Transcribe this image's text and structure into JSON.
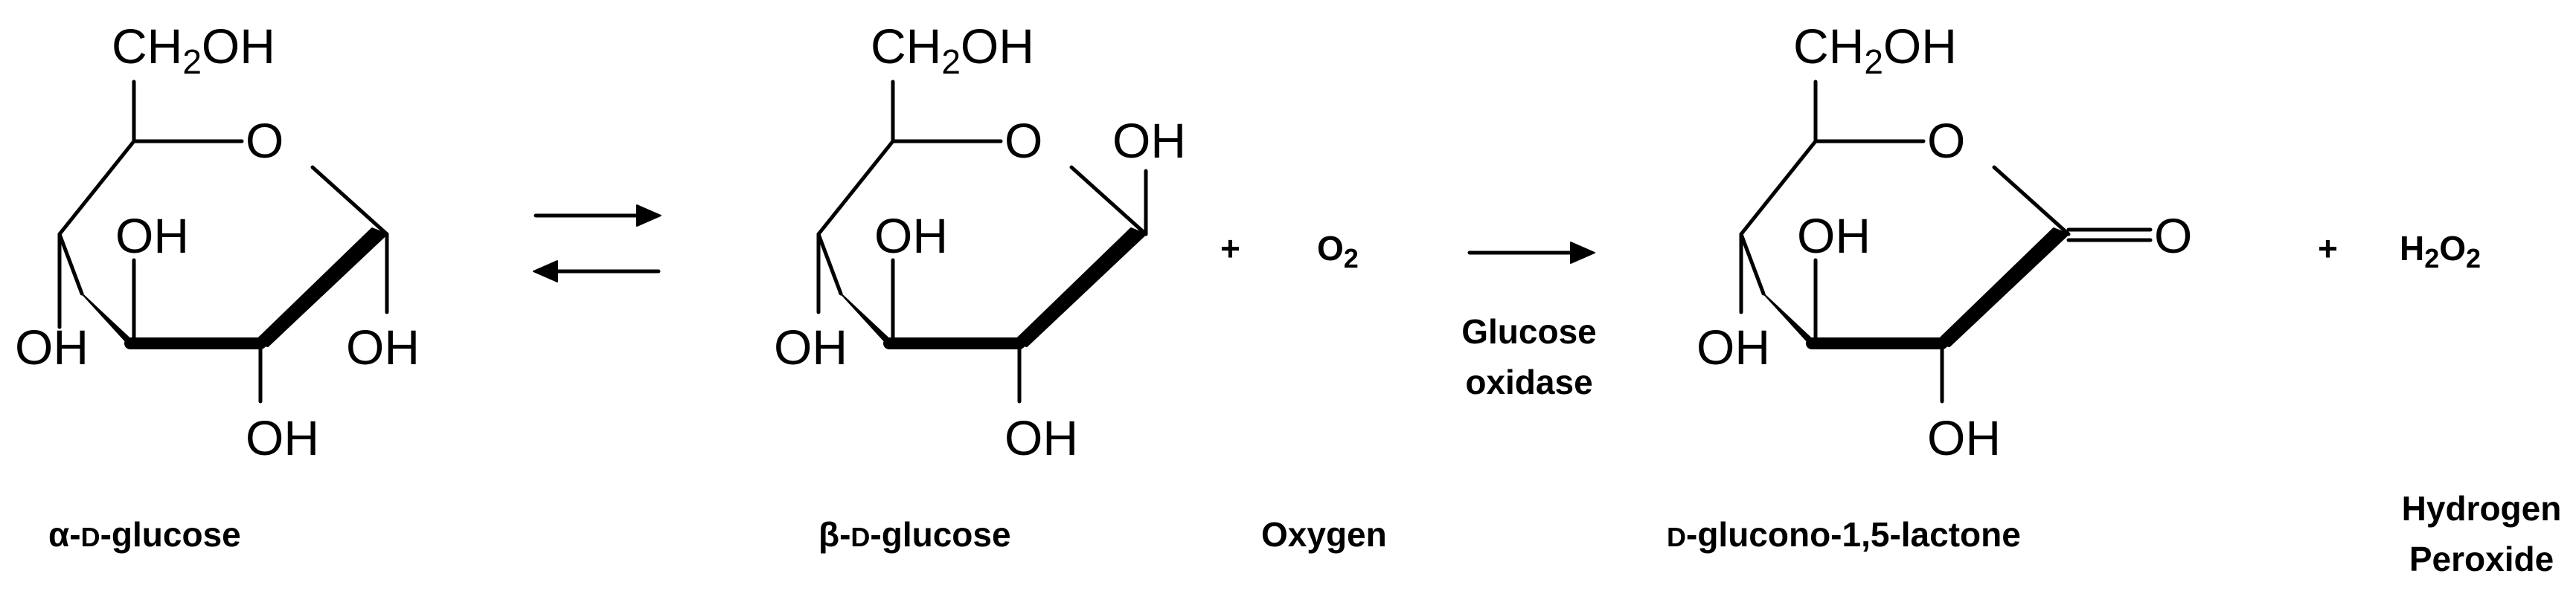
{
  "labels": {
    "ch2": "CH",
    "sub2": "2",
    "oh_tail": "OH",
    "oh": "OH",
    "ring_o": "O",
    "carbonyl_o": "O",
    "plus": "+",
    "oxygen_formula_main": "O",
    "oxygen_formula_sub": "2",
    "h2o2_h": "H",
    "h2o2_sub1": "2",
    "h2o2_o": "O",
    "h2o2_sub2": "2"
  },
  "compounds": {
    "alpha_prefix": "α-",
    "alpha_d": "D",
    "alpha_suffix": "-glucose",
    "beta_prefix": "β-",
    "beta_d": "D",
    "beta_suffix": "-glucose",
    "oxygen": "Oxygen",
    "lactone_d": "D",
    "lactone_suffix": "-glucono-1,5-lactone",
    "peroxide_line1": "Hydrogen",
    "peroxide_line2": "Peroxide"
  },
  "enzyme": {
    "line1": "Glucose",
    "line2": "oxidase"
  }
}
